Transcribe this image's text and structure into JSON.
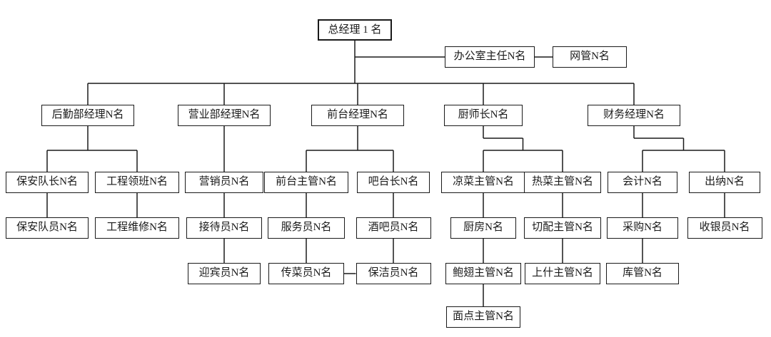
{
  "diagram": {
    "type": "org-chart",
    "background_color": "#ffffff",
    "line_color": "#1a1a1a",
    "box_border_color": "#1a1a1a",
    "box_fill_color": "#ffffff",
    "text_color": "#1a1a1a",
    "nodes": [
      {
        "id": "general-manager",
        "label": "总经理 1 名"
      },
      {
        "id": "office-director",
        "label": "办公室主任N名"
      },
      {
        "id": "network-admin",
        "label": "网管N名"
      },
      {
        "id": "logistics-manager",
        "label": "后勤部经理N名"
      },
      {
        "id": "business-manager",
        "label": "营业部经理N名"
      },
      {
        "id": "front-office-manager",
        "label": "前台经理N名"
      },
      {
        "id": "head-chef",
        "label": "厨师长N名"
      },
      {
        "id": "finance-manager",
        "label": "财务经理N名"
      },
      {
        "id": "security-captain",
        "label": "保安队长N名"
      },
      {
        "id": "engineering-foreman",
        "label": "工程领班N名"
      },
      {
        "id": "marketing-staff",
        "label": "营销员N名"
      },
      {
        "id": "front-desk-supervisor",
        "label": "前台主管N名"
      },
      {
        "id": "bar-head",
        "label": "吧台长N名"
      },
      {
        "id": "cold-dish-supervisor",
        "label": "凉菜主管N名"
      },
      {
        "id": "hot-dish-supervisor",
        "label": "热菜主管N名"
      },
      {
        "id": "accountant",
        "label": "会计N名"
      },
      {
        "id": "cashier",
        "label": "出纳N名"
      },
      {
        "id": "security-guard",
        "label": "保安队员N名"
      },
      {
        "id": "engineering-maintenance",
        "label": "工程维修N名"
      },
      {
        "id": "receptionist",
        "label": "接待员N名"
      },
      {
        "id": "waiter",
        "label": "服务员N名"
      },
      {
        "id": "bartender",
        "label": "酒吧员N名"
      },
      {
        "id": "kitchen-staff",
        "label": "厨房N名"
      },
      {
        "id": "cutting-supervisor",
        "label": "切配主管N名"
      },
      {
        "id": "purchasing",
        "label": "采购N名"
      },
      {
        "id": "checkout-cashier",
        "label": "收银员N名"
      },
      {
        "id": "greeter",
        "label": "迎宾员N名"
      },
      {
        "id": "food-runner",
        "label": "传菜员N名"
      },
      {
        "id": "cleaner",
        "label": "保洁员N名"
      },
      {
        "id": "abalone-supervisor",
        "label": "鲍翅主管N名"
      },
      {
        "id": "steaming-supervisor",
        "label": "上什主管N名"
      },
      {
        "id": "warehouse-keeper",
        "label": "库管N名"
      },
      {
        "id": "pastry-supervisor",
        "label": "面点主管N名"
      }
    ],
    "hierarchy_edges": [
      [
        "general-manager",
        "logistics-manager"
      ],
      [
        "general-manager",
        "business-manager"
      ],
      [
        "general-manager",
        "front-office-manager"
      ],
      [
        "general-manager",
        "head-chef"
      ],
      [
        "general-manager",
        "finance-manager"
      ],
      [
        "logistics-manager",
        "security-captain"
      ],
      [
        "logistics-manager",
        "engineering-foreman"
      ],
      [
        "business-manager",
        "marketing-staff"
      ],
      [
        "front-office-manager",
        "front-desk-supervisor"
      ],
      [
        "front-office-manager",
        "bar-head"
      ],
      [
        "head-chef",
        "cold-dish-supervisor"
      ],
      [
        "head-chef",
        "hot-dish-supervisor"
      ],
      [
        "finance-manager",
        "accountant"
      ],
      [
        "finance-manager",
        "cashier"
      ],
      [
        "security-captain",
        "security-guard"
      ],
      [
        "engineering-foreman",
        "engineering-maintenance"
      ],
      [
        "marketing-staff",
        "receptionist"
      ],
      [
        "front-desk-supervisor",
        "waiter"
      ],
      [
        "bar-head",
        "bartender"
      ],
      [
        "cold-dish-supervisor",
        "kitchen-staff"
      ],
      [
        "hot-dish-supervisor",
        "cutting-supervisor"
      ],
      [
        "accountant",
        "purchasing"
      ],
      [
        "cashier",
        "checkout-cashier"
      ],
      [
        "receptionist",
        "greeter"
      ],
      [
        "waiter",
        "food-runner"
      ],
      [
        "bartender",
        "cleaner"
      ],
      [
        "kitchen-staff",
        "abalone-supervisor"
      ],
      [
        "cutting-supervisor",
        "steaming-supervisor"
      ],
      [
        "purchasing",
        "warehouse-keeper"
      ],
      [
        "abalone-supervisor",
        "pastry-supervisor"
      ]
    ],
    "assistant_links": [
      {
        "from": "general-manager",
        "to": "office-director"
      },
      {
        "from": "office-director",
        "to": "network-admin"
      }
    ],
    "peer_links": [
      {
        "from": "food-runner",
        "to": "cleaner"
      }
    ]
  }
}
